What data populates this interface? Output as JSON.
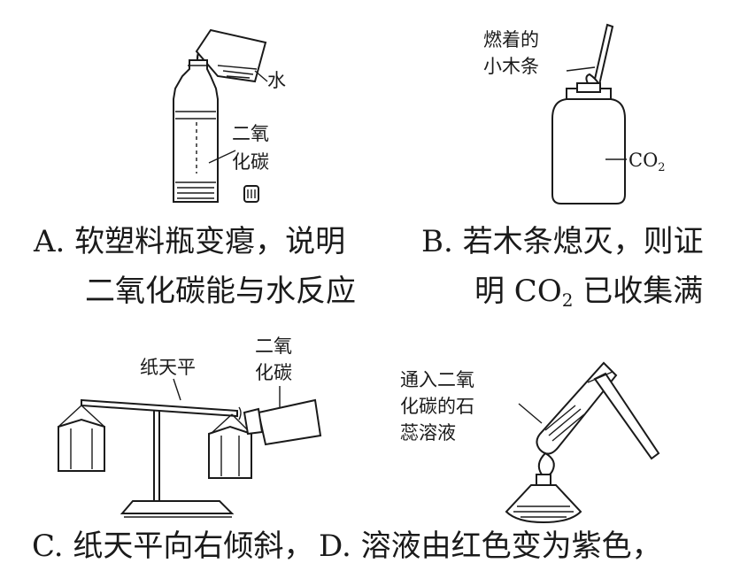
{
  "panels": {
    "a": {
      "label_water": "水",
      "label_co2_line1": "二氧",
      "label_co2_line2": "化碳",
      "caption_line1": "A. 软塑料瓶变瘪，说明",
      "caption_line2": "二氧化碳能与水反应"
    },
    "b": {
      "label_stick_line1": "燃着的",
      "label_stick_line2": "小木条",
      "label_gas": "CO",
      "label_gas_sub": "2",
      "caption_line1": "B. 若木条熄灭，则证",
      "caption_line2_a": "明 CO",
      "caption_line2_sub": "2",
      "caption_line2_b": " 已收集满"
    },
    "c": {
      "label_balance": "纸天平",
      "label_co2_line1": "二氧",
      "label_co2_line2": "化碳",
      "caption": "C. 纸天平向右倾斜，"
    },
    "d": {
      "label_line1": "通入二氧",
      "label_line2": "化碳的石",
      "label_line3": "蕊溶液",
      "caption": "D. 溶液由红色变为紫色，"
    }
  }
}
